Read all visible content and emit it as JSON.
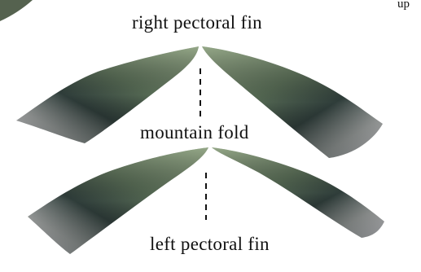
{
  "labels": {
    "top_right_fragment": "up",
    "right_pectoral_fin": "right pectoral fin",
    "fold_type": "mountain fold",
    "left_pectoral_fin": "left pectoral fin"
  },
  "colors": {
    "fin_green": "#6f8266",
    "fin_dark": "#26302c",
    "fin_light": "#e6e6ea",
    "text": "#111111",
    "fold_line": "#111111"
  }
}
